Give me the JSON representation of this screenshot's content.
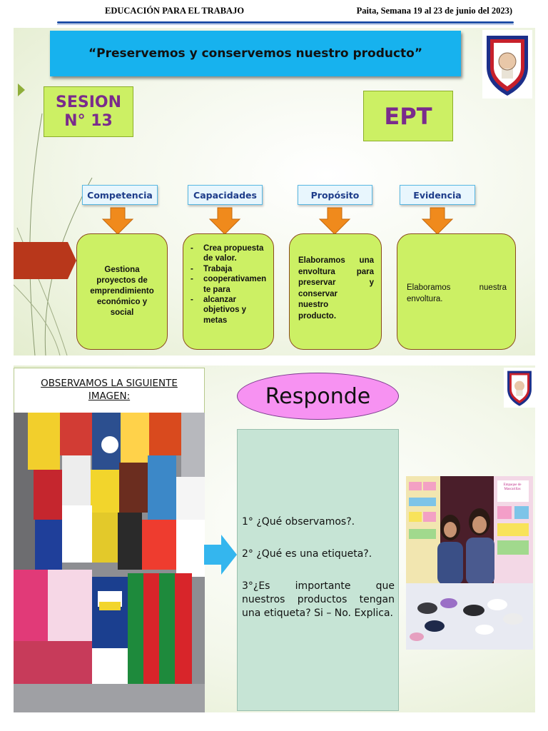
{
  "header": {
    "left": "EDUCACIÓN PARA EL TRABAJO",
    "right": "Paita, Semana 19 al 23 de junio del 2023)"
  },
  "slide1": {
    "title": "“Preservemos y conservemos nuestro producto”",
    "sesion_line1": "SESION",
    "sesion_line2": "N° 13",
    "ept": "EPT",
    "categories": [
      "Competencia",
      "Capacidades",
      "Propósito",
      "Evidencia"
    ],
    "competencia_text": [
      "Gestiona",
      "proyectos de",
      "emprendimiento",
      "económico y",
      "social"
    ],
    "capacidades_items": [
      {
        "bullet": "-",
        "text": "Crea propuesta"
      },
      {
        "bullet": "",
        "text": "de valor."
      },
      {
        "bullet": "-",
        "text": "Trabaja"
      },
      {
        "bullet": "-",
        "text": "cooperativamen"
      },
      {
        "bullet": "",
        "text": "te para"
      },
      {
        "bullet": "-",
        "text": "alcanzar"
      },
      {
        "bullet": "",
        "text": "objetivos y"
      },
      {
        "bullet": "",
        "text": "metas"
      }
    ],
    "proposito_lines": [
      "Elaboramos una",
      "envoltura para",
      "preservar y",
      "conservar",
      "nuestro",
      "producto."
    ],
    "evidencia_lines": [
      "Elaboramos nuestra",
      "envoltura."
    ]
  },
  "slide2": {
    "observamos_line1": "OBSERVAMOS LA SIGUIENTE",
    "observamos_line2": "IMAGEN:",
    "responde": "Responde",
    "q1": "1° ¿Qué observamos?.",
    "q2": "2° ¿Qué es una etiqueta?.",
    "q3": "3°¿Es importante que nuestros productos tengan una etiqueta? Si – No. Explica.",
    "photo2_caption": "Empaque de Mascarillas"
  },
  "colors": {
    "title_blue": "#17b2ee",
    "lime": "#ccf064",
    "purple_text": "#7a2b8c",
    "orange_arrow": "#f08a1c",
    "pink": "#f792f2",
    "question_bg": "#c6e4d5",
    "header_rule": "#1f4fa6"
  }
}
